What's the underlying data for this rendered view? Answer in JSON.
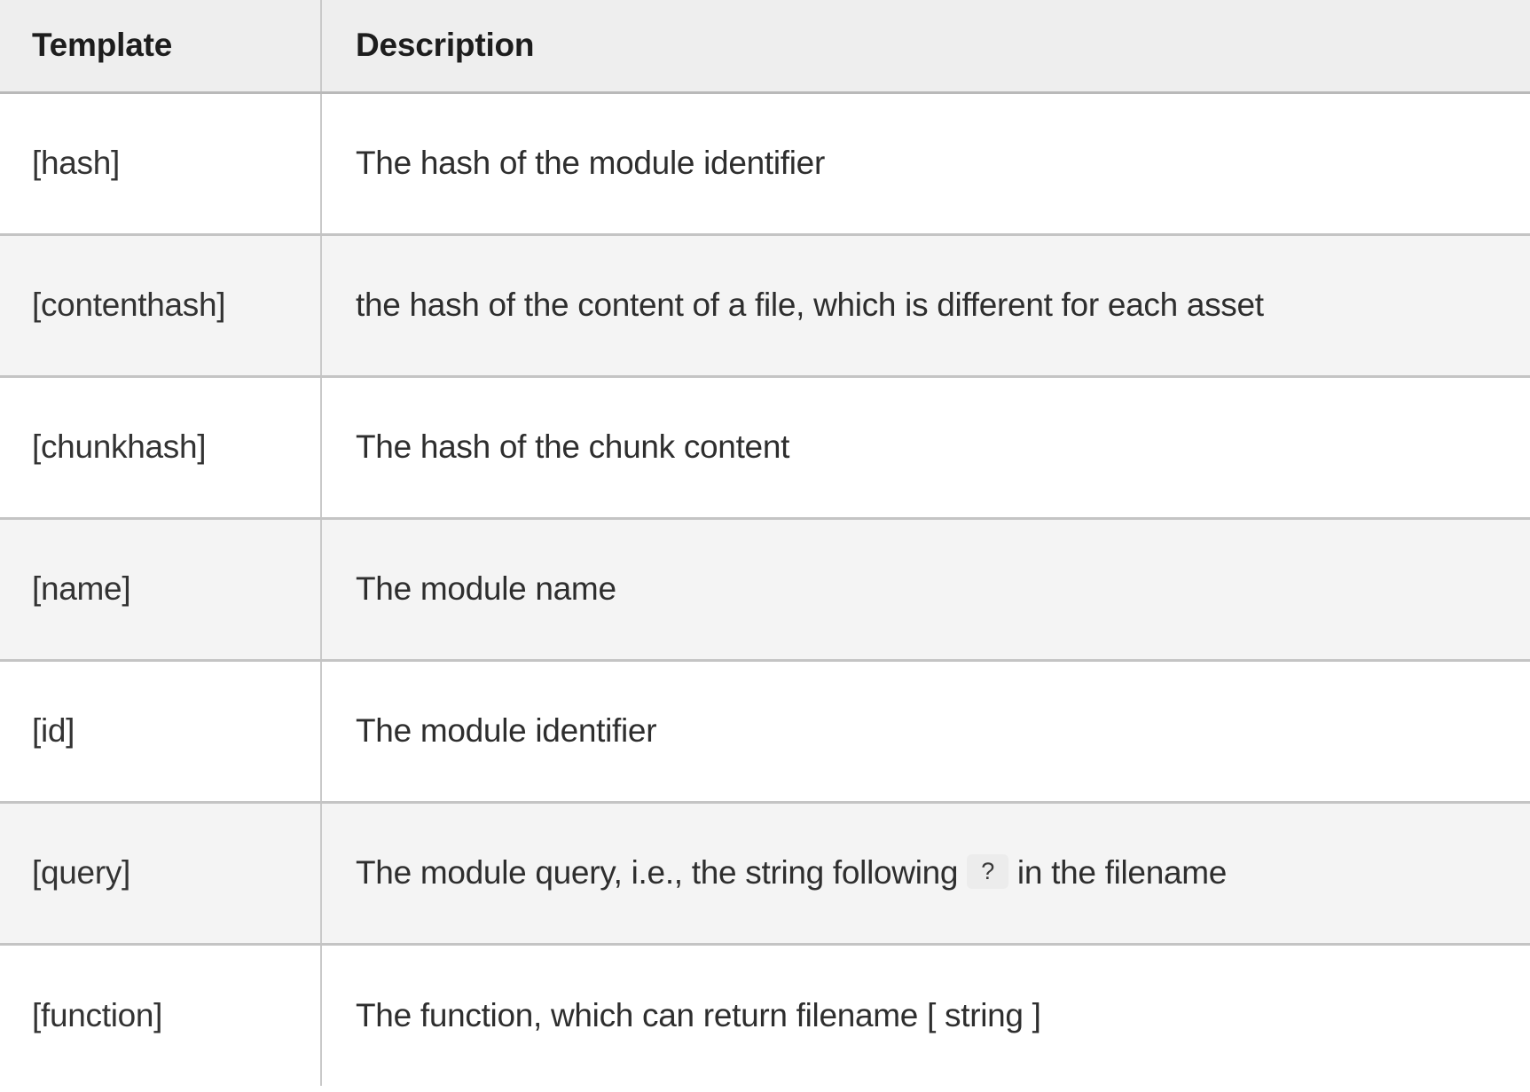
{
  "table": {
    "columns": [
      {
        "key": "template",
        "label": "Template"
      },
      {
        "key": "description",
        "label": "Description"
      }
    ],
    "rows": [
      {
        "template": "[hash]",
        "description": "The hash of the module identifier",
        "description_pre": "The hash of the module identifier",
        "badge": "",
        "description_post": "",
        "shaded": false
      },
      {
        "template": "[contenthash]",
        "description": "the hash of the content of a file, which is different for each asset",
        "description_pre": "the hash of the content of a file, which is different for each asset",
        "badge": "",
        "description_post": "",
        "shaded": true
      },
      {
        "template": "[chunkhash]",
        "description": "The hash of the chunk content",
        "description_pre": "The hash of the chunk content",
        "badge": "",
        "description_post": "",
        "shaded": false
      },
      {
        "template": "[name]",
        "description": "The module name",
        "description_pre": "The module name",
        "badge": "",
        "description_post": "",
        "shaded": true
      },
      {
        "template": "[id]",
        "description": "The module identifier",
        "description_pre": "The module identifier",
        "badge": "",
        "description_post": "",
        "shaded": false
      },
      {
        "template": "[query]",
        "description": "The module query, i.e., the string following ? in the filename",
        "description_pre": "The module query, i.e., the string following",
        "badge": "?",
        "description_post": "in the filename",
        "shaded": true
      },
      {
        "template": "[function]",
        "description": "The function, which can return filename [ string ]",
        "description_pre": "The function, which can return filename [ string ]",
        "badge": "",
        "description_post": "",
        "shaded": false
      }
    ]
  },
  "colors": {
    "header_background": "#eeeeee",
    "row_shaded_background": "#f4f4f4",
    "row_plain_background": "#ffffff",
    "border": "#c4c4c4",
    "text": "#333333",
    "header_text": "#1d1d1d",
    "code_badge_background": "#ececec"
  }
}
